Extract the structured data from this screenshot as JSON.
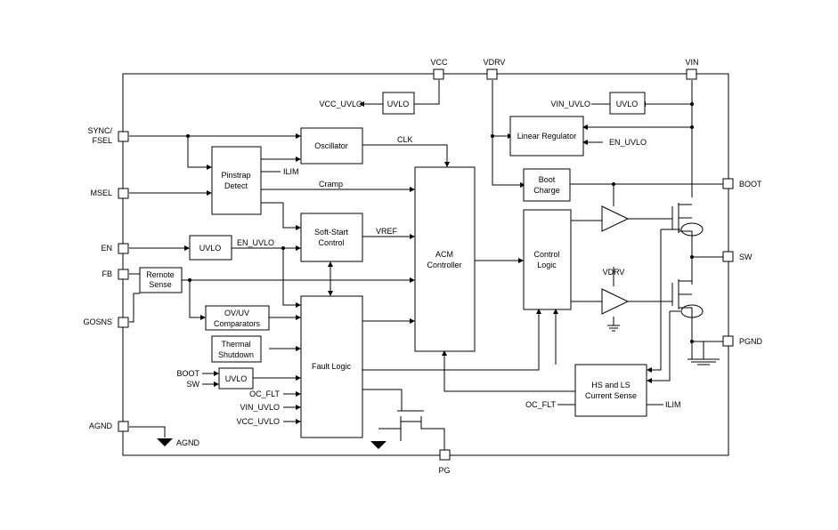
{
  "pins": {
    "vcc": "VCC",
    "vdrv": "VDRV",
    "vin": "VIN",
    "sync": "SYNC/",
    "fsel": "FSEL",
    "msel": "MSEL",
    "en": "EN",
    "fb": "FB",
    "gosns": "GOSNS",
    "agnd": "AGND",
    "boot": "BOOT",
    "sw": "SW",
    "pgnd": "PGND",
    "pg": "PG"
  },
  "blocks": {
    "uvlo_vcc": "UVLO",
    "uvlo_vin": "UVLO",
    "uvlo_en": "UVLO",
    "uvlo_boot": "UVLO",
    "linear_regulator": "Linear Regulator",
    "oscillator": "Oscillator",
    "pinstrap_1": "Pinstrap",
    "pinstrap_2": "Detect",
    "boot_charge_1": "Boot",
    "boot_charge_2": "Charge",
    "soft_start_1": "Soft-Start",
    "soft_start_2": "Control",
    "acm_1": "ACM",
    "acm_2": "Controller",
    "control_logic_1": "Control",
    "control_logic_2": "Logic",
    "remote_sense_1": "Remote",
    "remote_sense_2": "Sense",
    "ovuv_1": "OV/UV",
    "ovuv_2": "Comparators",
    "thermal_1": "Thermal",
    "thermal_2": "Shutdown",
    "fault_logic": "Fault Logic",
    "current_sense_1": "HS and LS",
    "current_sense_2": "Current Sense"
  },
  "signals": {
    "vcc_uvlo": "VCC_UVLO",
    "vin_uvlo": "VIN_UVLO",
    "en_uvlo_lin": "EN_UVLO",
    "ilim_pinstrap": "ILIM",
    "clk": "CLK",
    "cramp": "Cramp",
    "en_uvlo": "EN_UVLO",
    "vref": "VREF",
    "vdrv_ls": "VDRV",
    "boot_in": "BOOT",
    "sw_in": "SW",
    "oc_flt": "OC_FLT",
    "vin_uvlo_in": "VIN_UVLO",
    "vcc_uvlo_in": "VCC_UVLO",
    "oc_flt_cs": "OC_FLT",
    "ilim_cs": "ILIM",
    "agnd_label": "AGND"
  }
}
